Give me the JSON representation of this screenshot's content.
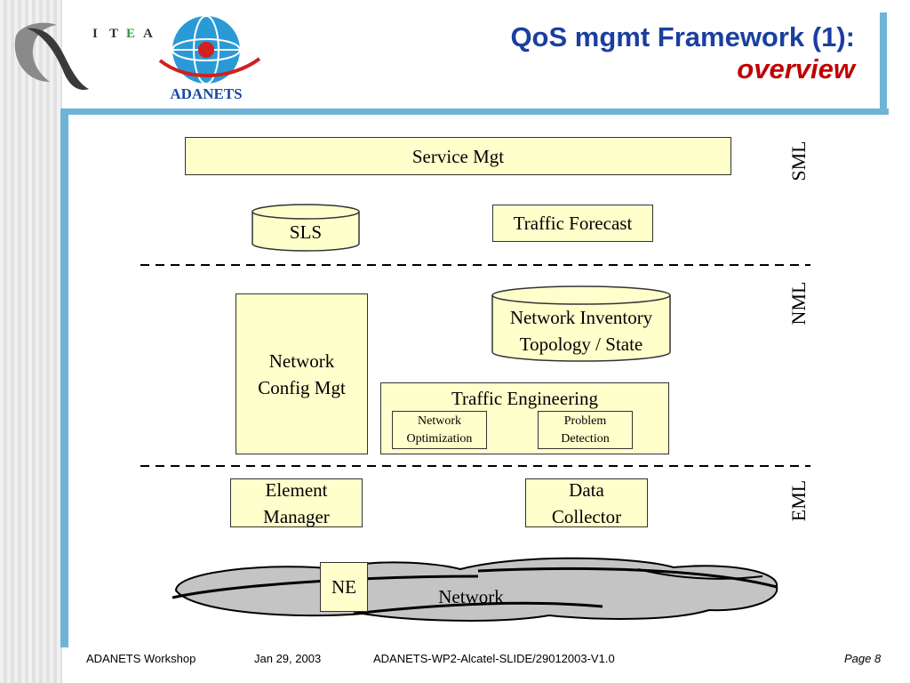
{
  "logo": {
    "itea_letters": [
      "I",
      "T",
      "E",
      "A"
    ],
    "name": "ADANETS"
  },
  "title": {
    "line1": "QoS mgmt Framework (1):",
    "line2": "overview"
  },
  "diagram": {
    "service_mgt": "Service Mgt",
    "sls": "SLS",
    "traffic_forecast": "Traffic Forecast",
    "network_inventory": {
      "line1": "Network Inventory",
      "line2": "Topology / State"
    },
    "network_config": {
      "line1": "Network",
      "line2": "Config Mgt"
    },
    "traffic_engineering": "Traffic Engineering",
    "network_optimization": {
      "line1": "Network",
      "line2": "Optimization"
    },
    "problem_detection": {
      "line1": "Problem",
      "line2": "Detection"
    },
    "element_manager": {
      "line1": "Element",
      "line2": "Manager"
    },
    "data_collector": {
      "line1": "Data",
      "line2": "Collector"
    },
    "ne": "NE",
    "network": "Network",
    "layers": {
      "sml": "SML",
      "nml": "NML",
      "eml": "EML"
    }
  },
  "footer": {
    "workshop": "ADANETS Workshop",
    "date": "Jan 29, 2003",
    "doc_id": "ADANETS-WP2-Alcatel-SLIDE/29012003-V1.0",
    "page": "Page 8"
  }
}
